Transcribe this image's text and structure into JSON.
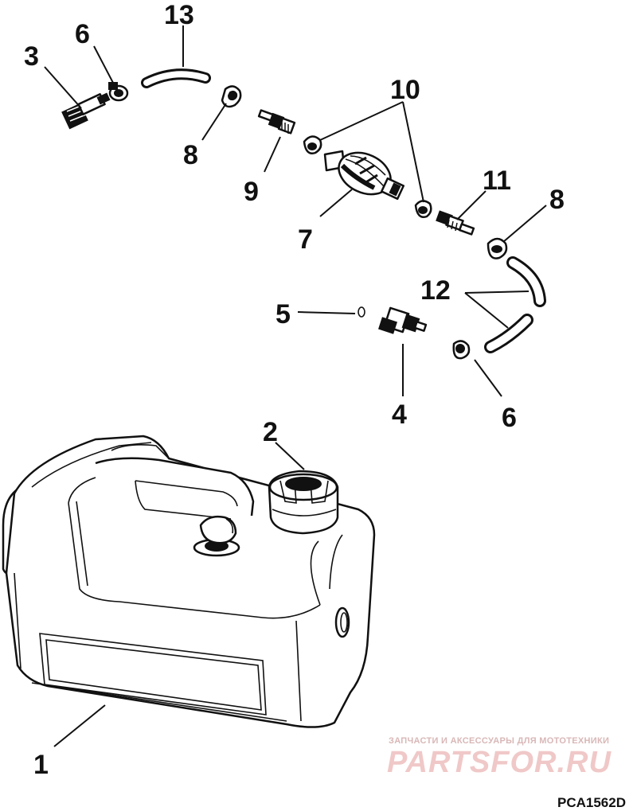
{
  "callouts": {
    "c13": "13",
    "c6a": "6",
    "c3": "3",
    "c8a": "8",
    "c10": "10",
    "c9": "9",
    "c7": "7",
    "c11": "11",
    "c8b": "8",
    "c12": "12",
    "c5": "5",
    "c4": "4",
    "c6b": "6",
    "c2": "2",
    "c1": "1"
  },
  "watermark": {
    "tagline": "ЗАПЧАСТИ И АКСЕССУАРЫ ДЛЯ МОТОТЕХНИКИ",
    "brand": "PARTSFOR.RU"
  },
  "figure_code": "PCA1562D"
}
